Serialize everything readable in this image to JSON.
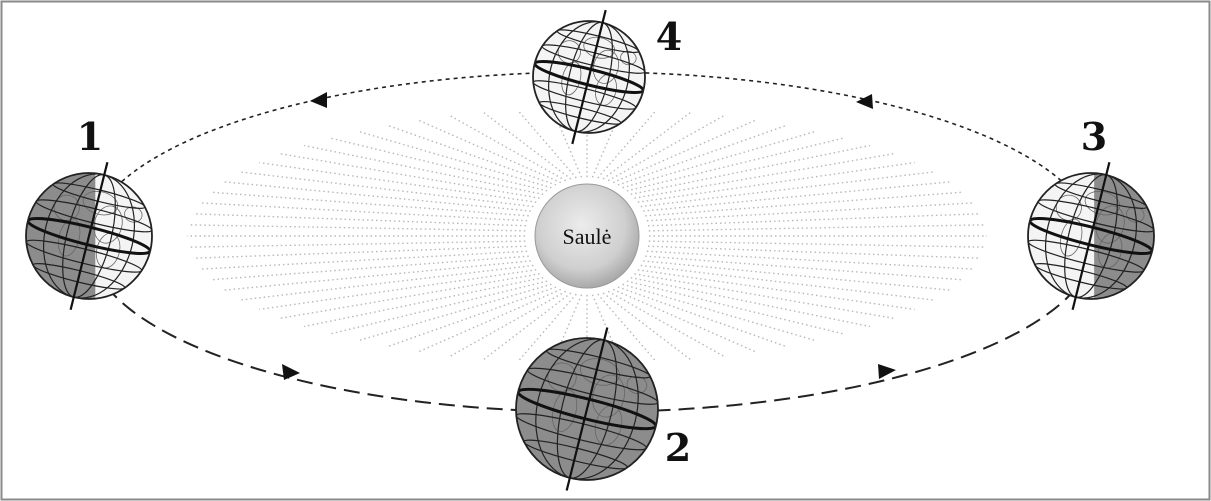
{
  "sun": {
    "label": "Saulė"
  },
  "positions": [
    {
      "id": "1",
      "label": "1",
      "shade": "left"
    },
    {
      "id": "2",
      "label": "2",
      "shade": "full"
    },
    {
      "id": "3",
      "label": "3",
      "shade": "right"
    },
    {
      "id": "4",
      "label": "4",
      "shade": "none"
    }
  ],
  "colors": {
    "frame": "#8a8a8a",
    "orbit": "#222222",
    "rays": "#b8b8b8",
    "night": "#8c8c8c",
    "day": "#f4f4f4",
    "sun": "#d4d4d4"
  }
}
